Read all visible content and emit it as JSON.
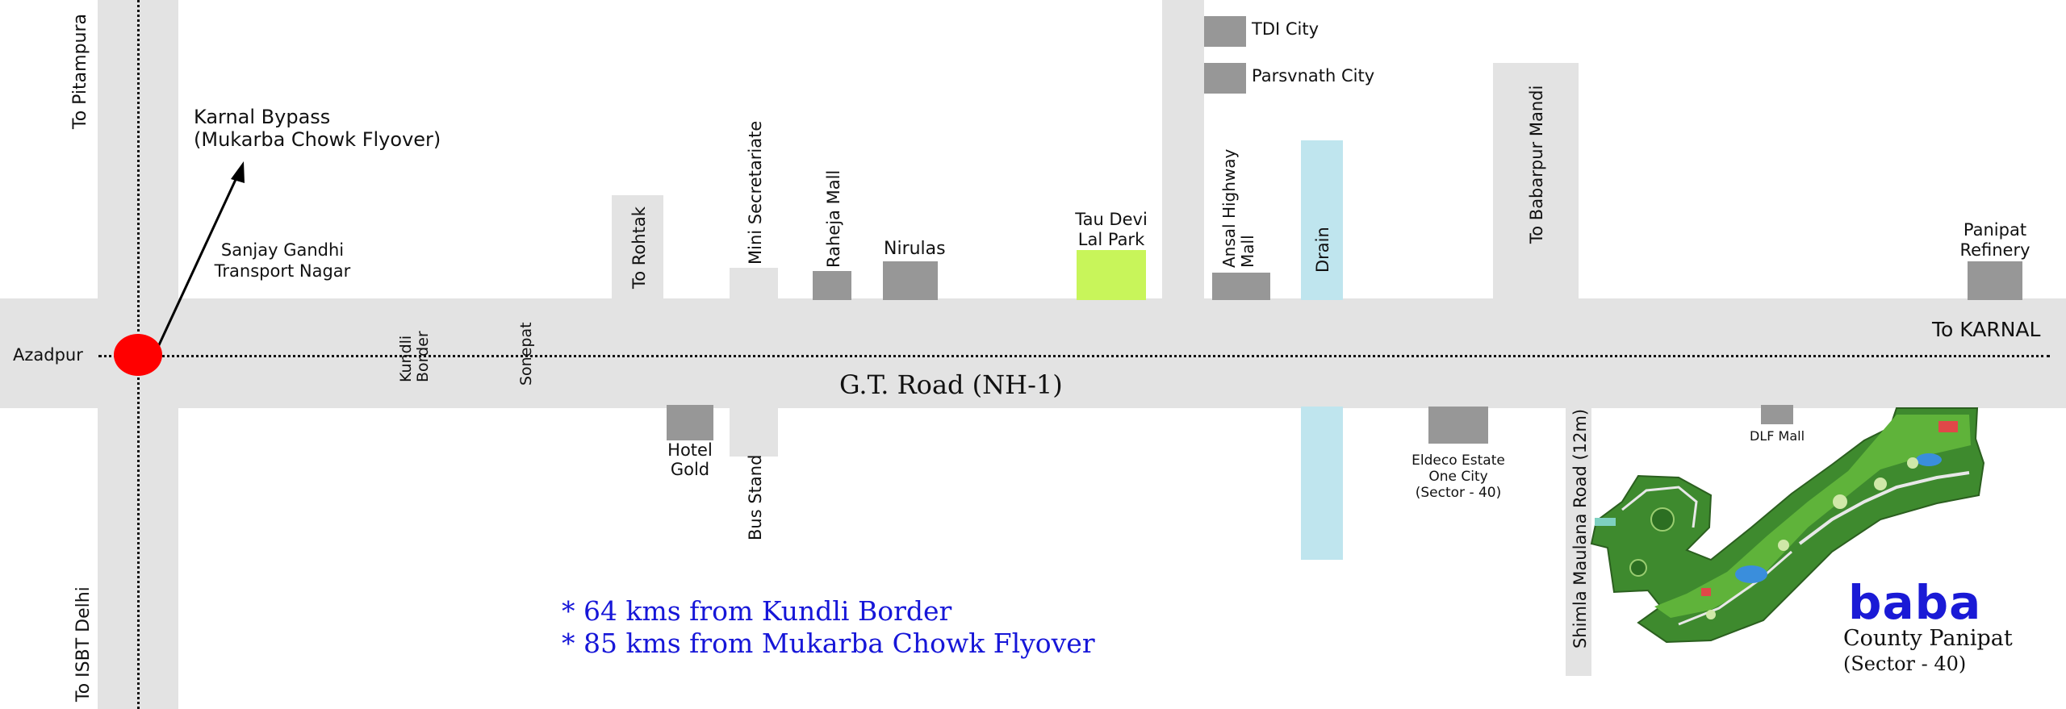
{
  "map": {
    "main_road": "G.T. Road (NH-1)",
    "directions": {
      "west": "Azadpur",
      "east": "To KARNAL",
      "north": "To Pitampura",
      "south": "To ISBT Delhi"
    },
    "flyover_callout": {
      "line1": "Karnal Bypass",
      "line2": "(Mukarba Chowk Flyover)"
    },
    "landmarks": {
      "transport_nagar_1": "Sanjay Gandhi",
      "transport_nagar_2": "Transport Nagar",
      "kundli_1": "Kundli",
      "kundli_2": "Border",
      "sonepat": "Sonepat",
      "to_rohtak": "To Rohtak",
      "mini_secretariate": "Mini Secretariate",
      "raheja_mall": "Raheja Mall",
      "nirulas": "Nirulas",
      "tau_devi_1": "Tau Devi",
      "tau_devi_2": "Lal Park",
      "tdi_city": "TDI City",
      "parsvnath_city": "Parsvnath City",
      "ansal_1": "Ansal Highway",
      "ansal_2": "Mall",
      "drain": "Drain",
      "to_babarpur_mandi": "To Babarpur Mandi",
      "panipat_refinery_1": "Panipat",
      "panipat_refinery_2": "Refinery",
      "hotel_gold_1": "Hotel",
      "hotel_gold_2": "Gold",
      "bus_stand": "Bus Stand",
      "eldeco_1": "Eldeco Estate",
      "eldeco_2": "One City",
      "eldeco_3": "(Sector - 40)",
      "dlf_mall": "DLF Mall",
      "shimla_maulana_road": "Shimla Maulana Road (12m)"
    },
    "distance_notes": [
      "* 64 kms from Kundli Border",
      "* 85 kms from Mukarba Chowk Flyover"
    ],
    "brand": {
      "name": "baba",
      "line1": "County Panipat",
      "line2": "(Sector - 40)"
    },
    "colors": {
      "road": "#e3e3e3",
      "building": "#979797",
      "park": "#c8f55a",
      "drain": "#bfe5ee",
      "marker": "#ff0000",
      "note_text": "#1616d8"
    },
    "icons": [
      "location-marker-icon",
      "direction-arrow-icon",
      "site-plan-image"
    ]
  }
}
